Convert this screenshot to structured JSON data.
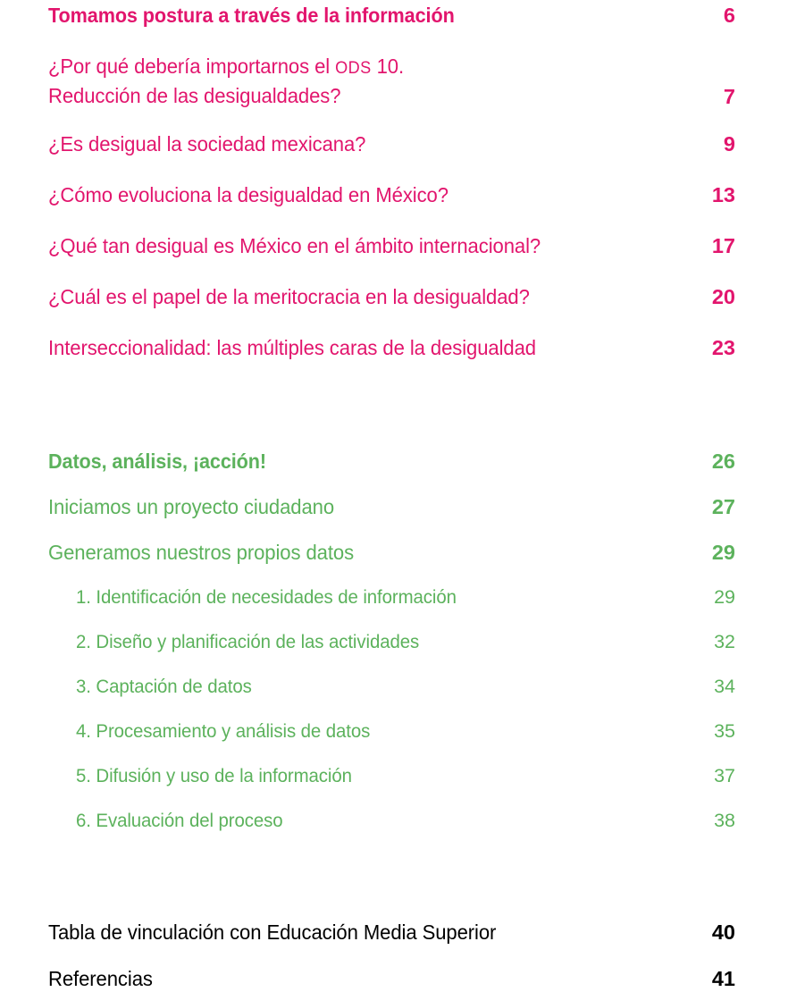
{
  "document": {
    "kind": "table-of-contents",
    "colors": {
      "pink": "#E2156D",
      "green": "#5CB25C",
      "black": "#000000",
      "background": "#FFFFFF"
    }
  },
  "sections": [
    {
      "id": "section-pink",
      "color": "#E2156D",
      "entries": [
        {
          "label": "Tomamos postura a través de la información",
          "page": "6",
          "level": "top",
          "bold": true
        },
        {
          "label_part1": "¿Por qué debería importarnos el ",
          "acronym": "ODS",
          "label_part2": " 10.\nReducción de las desigualdades?",
          "label": "¿Por qué debería importarnos el ODS 10.\nReducción de las desigualdades?",
          "page": "7",
          "level": "top",
          "bold": false,
          "two_line": true
        },
        {
          "label": "¿Es desigual la sociedad mexicana?",
          "page": "9",
          "level": "top",
          "bold": false
        },
        {
          "label": "¿Cómo evoluciona la desigualdad en México?",
          "page": "13",
          "level": "top",
          "bold": false
        },
        {
          "label": "¿Qué tan desigual es México en el ámbito internacional?",
          "page": "17",
          "level": "top",
          "bold": false
        },
        {
          "label": "¿Cuál es el papel de la meritocracia en la desigualdad?",
          "page": "20",
          "level": "top",
          "bold": false
        },
        {
          "label": "Interseccionalidad: las múltiples caras de la desigualdad",
          "page": "23",
          "level": "top",
          "bold": false
        }
      ]
    },
    {
      "id": "section-green",
      "color": "#5CB25C",
      "entries": [
        {
          "label": "Datos, análisis, ¡acción!",
          "page": "26",
          "level": "top",
          "bold": true
        },
        {
          "label": "Iniciamos un proyecto ciudadano",
          "page": "27",
          "level": "top",
          "bold": false
        },
        {
          "label": "Generamos nuestros propios datos",
          "page": "29",
          "level": "top",
          "bold": false
        },
        {
          "label": "1. Identificación de necesidades de información",
          "page": "29",
          "level": "sub",
          "bold": false
        },
        {
          "label": "2. Diseño y planificación de las actividades",
          "page": "32",
          "level": "sub",
          "bold": false
        },
        {
          "label": "3. Captación de datos",
          "page": "34",
          "level": "sub",
          "bold": false
        },
        {
          "label": "4. Procesamiento y análisis de datos",
          "page": "35",
          "level": "sub",
          "bold": false
        },
        {
          "label": "5. Difusión y uso de la información",
          "page": "37",
          "level": "sub",
          "bold": false
        },
        {
          "label": "6. Evaluación del proceso",
          "page": "38",
          "level": "sub",
          "bold": false
        }
      ]
    },
    {
      "id": "section-black",
      "color": "#000000",
      "entries": [
        {
          "label": "Tabla de vinculación con Educación Media Superior",
          "page": "40",
          "level": "top",
          "bold": false
        },
        {
          "label": "Referencias",
          "page": "41",
          "level": "top",
          "bold": false
        }
      ]
    }
  ]
}
